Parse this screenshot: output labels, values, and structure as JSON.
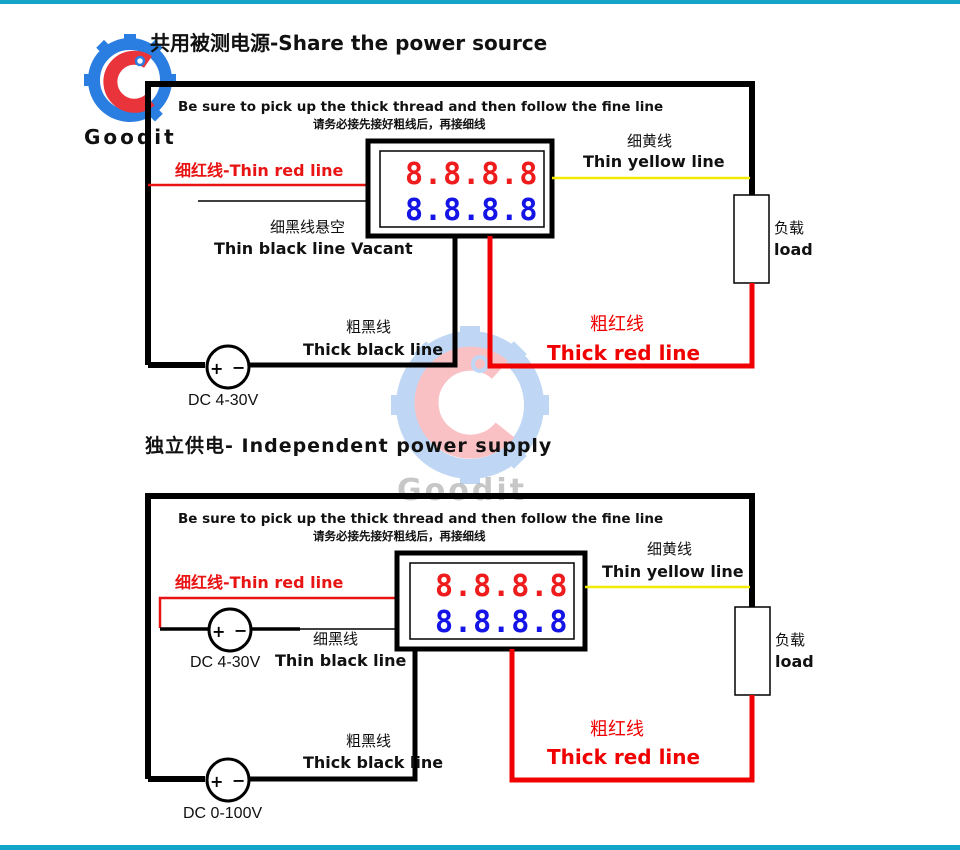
{
  "brand": {
    "logo_text": "Goodit",
    "watermark_text": "Goodit",
    "accent_color": "#12a5c8",
    "logo_gear_color": "#2a7de1",
    "logo_g_color": "#e8343a"
  },
  "colors": {
    "thick_black": "#000000",
    "thin_black": "#000000",
    "thin_red": "#e81414",
    "thick_red": "#f00000",
    "thin_yellow": "#f2ea00",
    "display_top_digits": "#ee1c1c",
    "display_bottom_digits": "#1414e6"
  },
  "diagram_top": {
    "title": "共用被测电源-Share the power source",
    "note_en": "Be sure to pick up the thick thread and then follow the fine line",
    "note_cn": "请务必接先接好粗线后，再接细线",
    "thin_red_label": "细红线-Thin red line",
    "thin_black_cn": "细黑线悬空",
    "thin_black_en": "Thin black line Vacant",
    "thin_yellow_cn": "细黄线",
    "thin_yellow_en": "Thin yellow line",
    "load_cn": "负载",
    "load_en": "load",
    "thick_black_cn": "粗黑线",
    "thick_black_en": "Thick black line",
    "thick_red_cn": "粗红线",
    "thick_red_en": "Thick red line",
    "source_label": "DC 4-30V",
    "source_plus": "+",
    "source_minus": "−",
    "display_top": "8.8.8.8",
    "display_bottom": "8.8.8.8"
  },
  "diagram_bottom": {
    "title": "独立供电- Independent power supply",
    "note_en": "Be sure to pick up the thick thread and then follow the fine line",
    "note_cn": "请务必接先接好粗线后，再接细线",
    "thin_red_label": "细红线-Thin red line",
    "thin_black_cn": "细黑线",
    "thin_black_en": "Thin black line",
    "thin_yellow_cn": "细黄线",
    "thin_yellow_en": "Thin yellow line",
    "load_cn": "负载",
    "load_en": "load",
    "thick_black_cn": "粗黑线",
    "thick_black_en": "Thick black line",
    "thick_red_cn": "粗红线",
    "thick_red_en": "Thick red line",
    "aux_source_label": "DC 4-30V",
    "main_source_label": "DC 0-100V",
    "source_plus": "+",
    "source_minus": "−",
    "display_top": "8.8.8.8",
    "display_bottom": "8.8.8.8"
  }
}
